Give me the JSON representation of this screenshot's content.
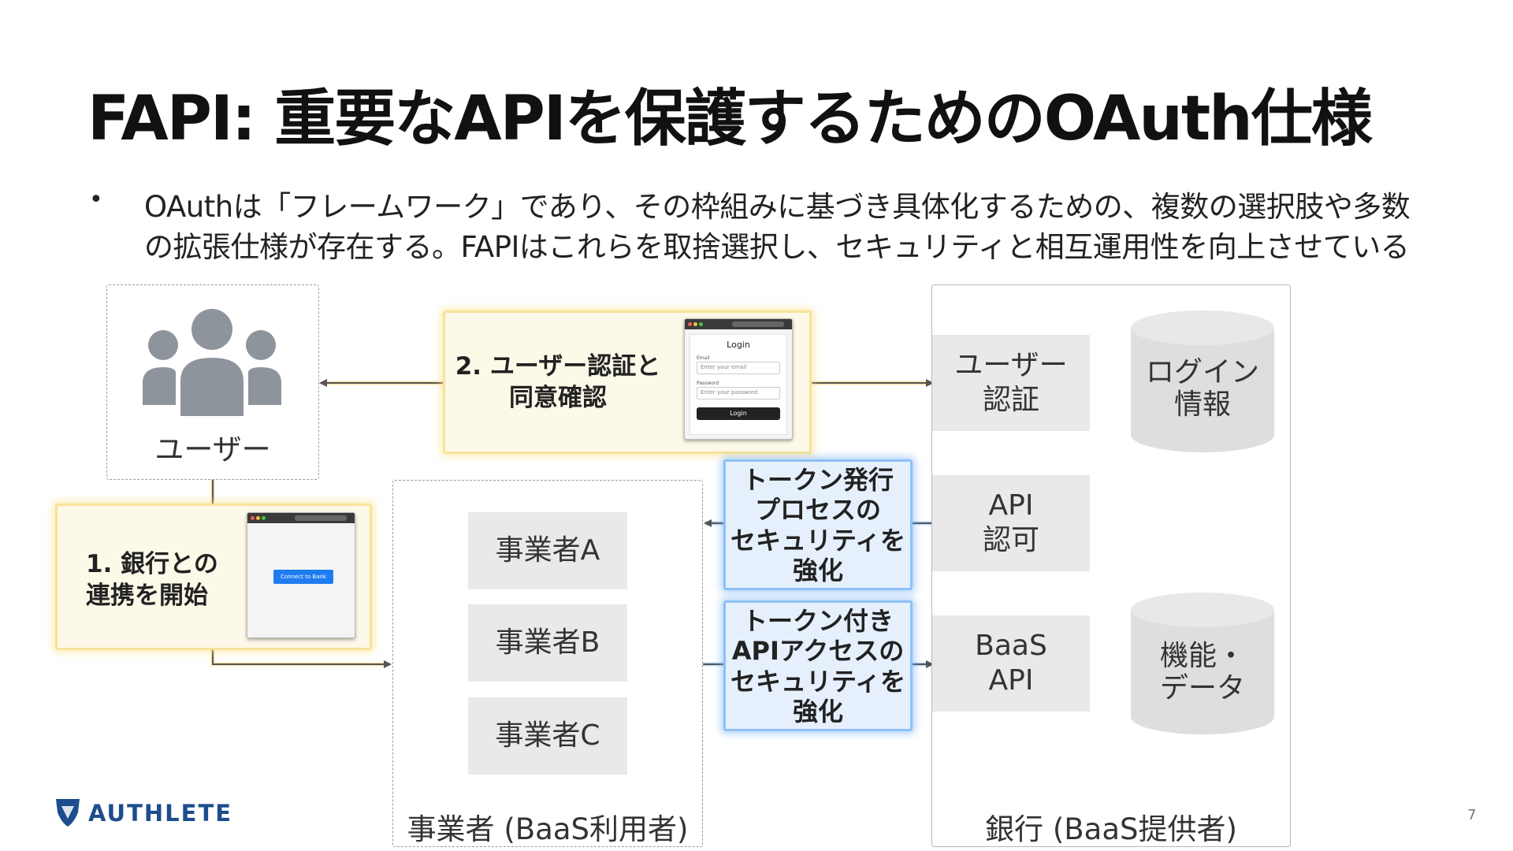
{
  "slide": {
    "title": "FAPI: 重要なAPIを保護するためのOAuth仕様",
    "bullet_marker": "•",
    "bullet_line1": "OAuthは「フレームワーク」であり、その枠組みに基づき具体化するための、複数の選択肢や多数",
    "bullet_line2": "の拡張仕様が存在する。FAPIはこれらを取捨選択し、セキュリティと相互運用性を向上させている",
    "page_number": "7"
  },
  "brand": {
    "logo_text": "AUTHLETE"
  },
  "diagram": {
    "user_label": "ユーザー",
    "step2": {
      "line1": "2. ユーザー認証と",
      "line2": "同意確認"
    },
    "step1": {
      "line1": "1. 銀行との",
      "line2": "連携を開始"
    },
    "login_mock": {
      "heading": "Login",
      "email_label": "Email",
      "email_placeholder": "Enter your email",
      "password_label": "Password",
      "password_placeholder": "Enter your password",
      "button": "Login"
    },
    "connect_mock": {
      "button": "Connect to Bank"
    },
    "token_issue": {
      "line1": "トークン発行",
      "line2": "プロセスの",
      "line3": "セキュリティを",
      "line4": "強化"
    },
    "token_access": {
      "line1": "トークン付き",
      "line2": "APIアクセスの",
      "line3": "セキュリティを",
      "line4": "強化"
    },
    "operator_group": {
      "caption": "事業者 (BaaS利用者)",
      "items": [
        "事業者A",
        "事業者B",
        "事業者C"
      ]
    },
    "bank_group": {
      "caption": "銀行 (BaaS提供者)",
      "user_auth": {
        "line1": "ユーザー",
        "line2": "認証"
      },
      "api_authz": {
        "line1": "API",
        "line2": "認可"
      },
      "baas_api": {
        "line1": "BaaS",
        "line2": "API"
      },
      "login_info": {
        "line1": "ログイン",
        "line2": "情報"
      },
      "features": {
        "line1": "機能・",
        "line2": "データ"
      }
    }
  },
  "colors": {
    "glow_yellow": "#f9e29a",
    "glow_blue": "#8ec0f5",
    "box_gray": "#e9e9e9",
    "cylinder_gray": "#dedede",
    "user_icon": "#8e949c",
    "logo_blue": "#1d4d8c"
  },
  "icons": [
    "users-icon",
    "authlete-logo-icon"
  ]
}
